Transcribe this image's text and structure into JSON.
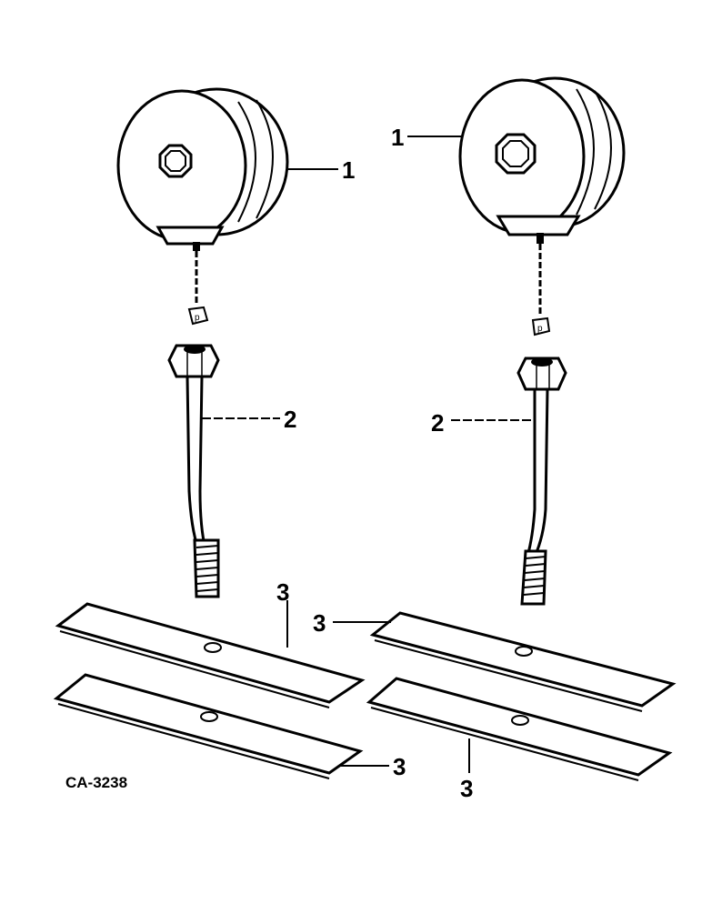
{
  "diagram": {
    "callouts": {
      "left_lamp": "1",
      "right_lamp": "1",
      "left_bolt": "2",
      "right_bolt": "2",
      "left_upper_plate": "3",
      "left_lower_plate": "3",
      "right_upper_plate": "3",
      "right_lower_plate": "3"
    },
    "figure_code": "CA-3238"
  }
}
